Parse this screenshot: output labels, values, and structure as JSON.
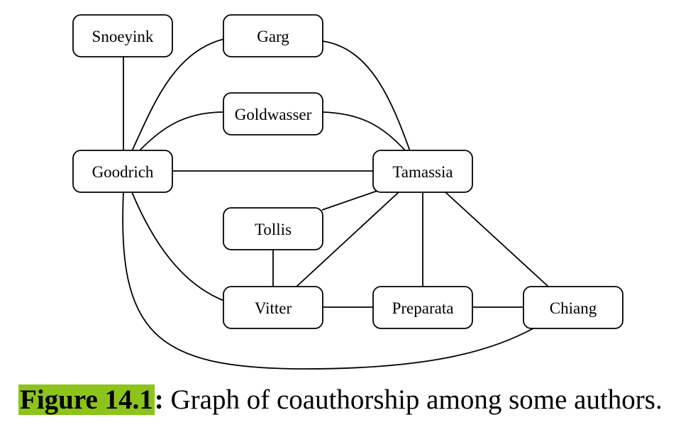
{
  "diagram": {
    "nodes": [
      {
        "id": "snoeyink",
        "label": "Snoeyink"
      },
      {
        "id": "garg",
        "label": "Garg"
      },
      {
        "id": "goldwasser",
        "label": "Goldwasser"
      },
      {
        "id": "goodrich",
        "label": "Goodrich"
      },
      {
        "id": "tamassia",
        "label": "Tamassia"
      },
      {
        "id": "tollis",
        "label": "Tollis"
      },
      {
        "id": "vitter",
        "label": "Vitter"
      },
      {
        "id": "preparata",
        "label": "Preparata"
      },
      {
        "id": "chiang",
        "label": "Chiang"
      }
    ],
    "edges": [
      [
        "snoeyink",
        "goodrich"
      ],
      [
        "garg",
        "goodrich"
      ],
      [
        "garg",
        "tamassia"
      ],
      [
        "goldwasser",
        "goodrich"
      ],
      [
        "goldwasser",
        "tamassia"
      ],
      [
        "goodrich",
        "tamassia"
      ],
      [
        "goodrich",
        "vitter"
      ],
      [
        "goodrich",
        "chiang"
      ],
      [
        "tamassia",
        "tollis"
      ],
      [
        "tamassia",
        "vitter"
      ],
      [
        "tamassia",
        "preparata"
      ],
      [
        "tamassia",
        "chiang"
      ],
      [
        "tollis",
        "vitter"
      ],
      [
        "vitter",
        "preparata"
      ],
      [
        "preparata",
        "chiang"
      ]
    ]
  },
  "caption": {
    "label": "Figure 14.1",
    "colon": ":",
    "text": " Graph of coauthorship among some authors.",
    "highlight_color": "#8dc41c"
  }
}
